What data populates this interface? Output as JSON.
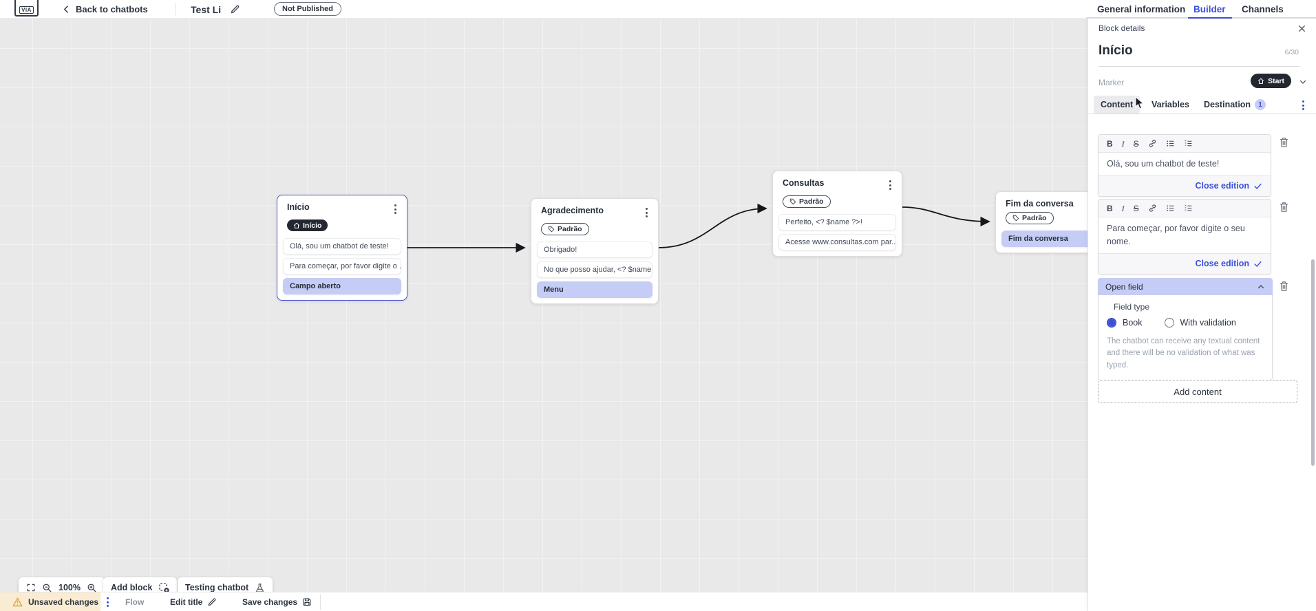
{
  "colors": {
    "accent": "#3c4fd7",
    "highlight": "#c5ccf5",
    "dark_pill": "#23272f",
    "selected_block_border": "#4a55cf",
    "canvas_bg": "#e9e9e9",
    "warning_bg": "#f9ecd2",
    "warning_icon": "#e0a43c"
  },
  "header": {
    "logo_text": "VIA",
    "back_label": "Back to chatbots",
    "title": "Test Li",
    "status_badge": "Not Published",
    "tabs": [
      {
        "label": "General information",
        "active": false
      },
      {
        "label": "Builder",
        "active": true
      },
      {
        "label": "Channels",
        "active": false
      }
    ]
  },
  "canvas": {
    "zoom_level": "100%",
    "add_block_label": "Add block",
    "testing_label": "Testing chatbot",
    "blocks": [
      {
        "title": "Início",
        "marker": "Início",
        "items": [
          {
            "text": "Olá, sou um chatbot de teste!",
            "highlight": false
          },
          {
            "text": "Para começar, por favor digite o ...",
            "highlight": false
          },
          {
            "text": "Campo aberto",
            "highlight": true
          }
        ]
      },
      {
        "title": "Agradecimento",
        "tag": "Padrão",
        "items": [
          {
            "text": "Obrigado!",
            "highlight": false
          },
          {
            "text": "No que posso ajudar, <? $name ...",
            "highlight": false
          },
          {
            "text": "Menu",
            "highlight": true
          }
        ]
      },
      {
        "title": "Consultas",
        "tag": "Padrão",
        "items": [
          {
            "text": "Perfeito, <? $name ?>!",
            "highlight": false
          },
          {
            "text": "Acesse www.consultas.com par...",
            "highlight": false
          }
        ]
      },
      {
        "title": "Fim da conversa",
        "tag": "Padrão",
        "items": [
          {
            "text": "Fim da conversa",
            "highlight": true
          }
        ]
      }
    ]
  },
  "panel": {
    "header": "Block details",
    "block_name": "Início",
    "name_counter": "6/30",
    "marker_label": "Marker",
    "marker_value": "Start",
    "tabs": [
      {
        "label": "Content",
        "active": true
      },
      {
        "label": "Variables",
        "active": false
      },
      {
        "label": "Destination",
        "badge": "1",
        "active": false
      }
    ],
    "editor_toolbar": {
      "bold": "B",
      "italic": "I",
      "strike": "S"
    },
    "editors": [
      {
        "text": "Olá, sou um chatbot de teste!",
        "action": "Close edition"
      },
      {
        "text": "Para começar, por favor digite o seu nome.",
        "action": "Close edition"
      }
    ],
    "open_field": {
      "title": "Open field",
      "field_type_label": "Field type",
      "options": [
        {
          "label": "Book",
          "selected": true
        },
        {
          "label": "With validation",
          "selected": false
        }
      ],
      "help_text": "The chatbot can receive any textual content and there will be no validation of what was typed."
    },
    "add_content_label": "Add content"
  },
  "statusbar": {
    "unsaved_label": "Unsaved changes",
    "flow_label": "Flow",
    "edit_title_label": "Edit title",
    "save_label": "Save changes"
  }
}
